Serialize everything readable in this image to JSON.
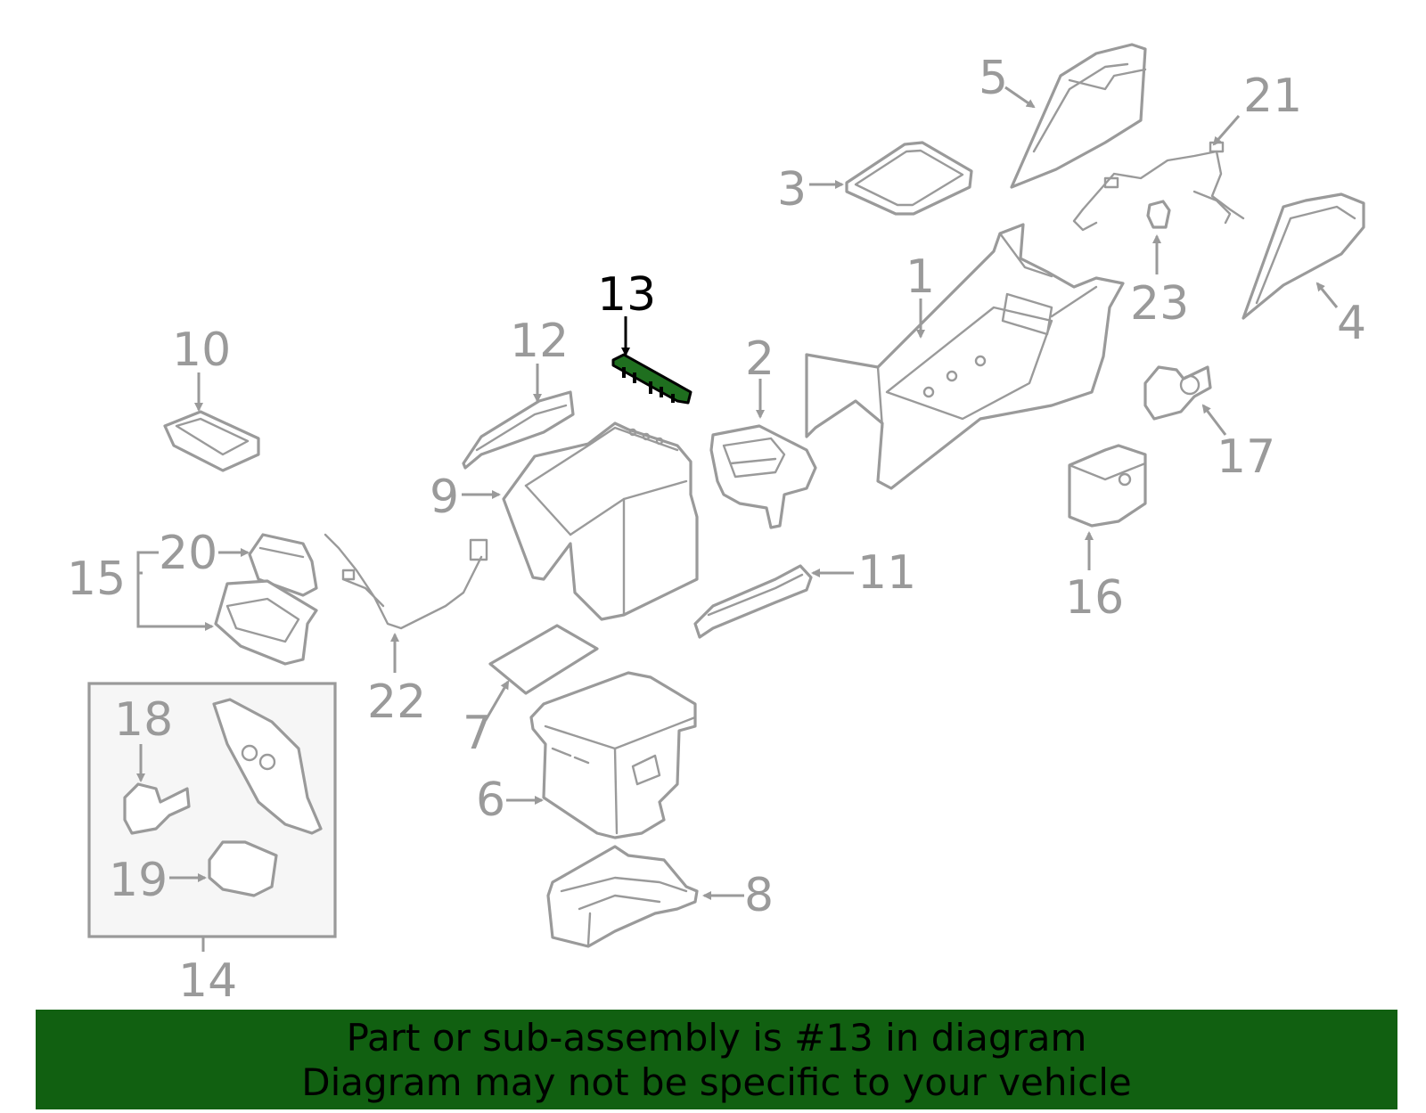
{
  "diagram": {
    "highlighted_part": "13",
    "highlight_color": "#1f6f1f",
    "part_color": "#9a9a9a",
    "callouts": {
      "c1": "1",
      "c2": "2",
      "c3": "3",
      "c4": "4",
      "c5": "5",
      "c6": "6",
      "c7": "7",
      "c8": "8",
      "c9": "9",
      "c10": "10",
      "c11": "11",
      "c12": "12",
      "c13": "13",
      "c14": "14",
      "c15": "15",
      "c16": "16",
      "c17": "17",
      "c18": "18",
      "c19": "19",
      "c20": "20",
      "c21": "21",
      "c22": "22",
      "c23": "23"
    }
  },
  "banner": {
    "line1": "Part or sub-assembly is #13 in diagram",
    "line2": "Diagram may not be specific to your vehicle",
    "background": "#116011"
  }
}
